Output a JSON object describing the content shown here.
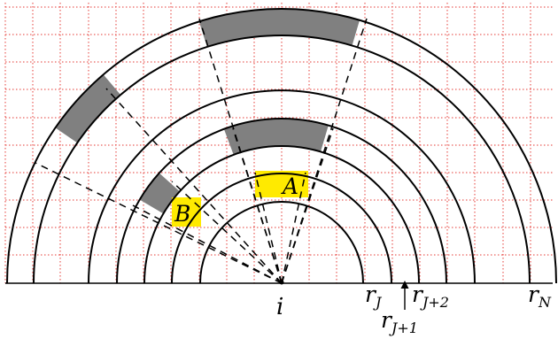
{
  "labels": {
    "region_a": "A",
    "region_b": "B",
    "origin": "i",
    "r_j": "r",
    "r_j_sub": "J",
    "r_j1": "r",
    "r_j1_sub": "J+1",
    "r_j2": "r",
    "r_j2_sub": "J+2",
    "r_n": "r",
    "r_n_sub": "N"
  },
  "colors": {
    "grid": "#e53935",
    "shaded_cell": "#808080",
    "highlight_cell": "#ffea00",
    "line": "#000000"
  },
  "icons": {
    "pointer": "up-arrow"
  }
}
